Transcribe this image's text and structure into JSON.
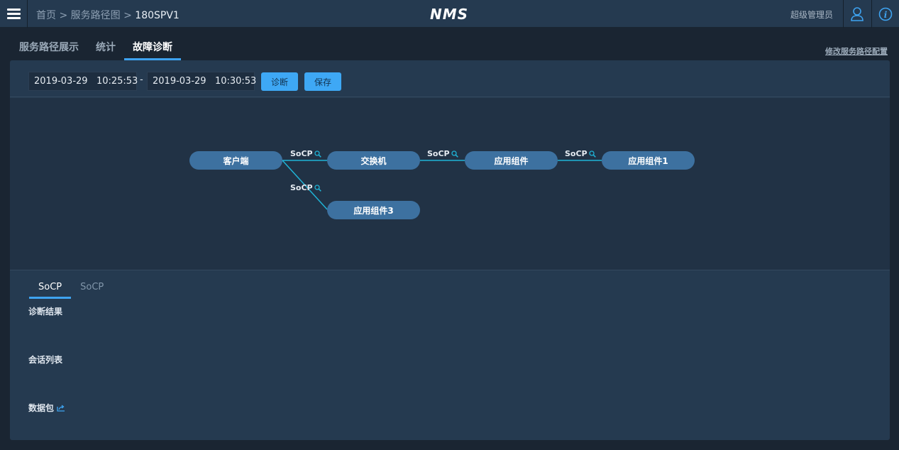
{
  "header": {
    "breadcrumb": [
      "首页",
      "服务路径图",
      "180SPV1"
    ],
    "separator": ">",
    "logo": "NMS",
    "user": "超级管理员",
    "icons": [
      "menu-icon",
      "user-icon",
      "info-icon"
    ]
  },
  "tabs": [
    {
      "label": "服务路径展示",
      "active": false
    },
    {
      "label": "统计",
      "active": false
    },
    {
      "label": "故障诊断",
      "active": true
    }
  ],
  "edit_link": "修改服务路径配置",
  "toolbar": {
    "start": "2019-03-29   10:25:53",
    "dash": "-",
    "end": "2019-03-29   10:30:53",
    "diagnose": "诊断",
    "save": "保存"
  },
  "topology": {
    "nodes": [
      "客户端",
      "交换机",
      "应用组件",
      "应用组件1",
      "应用组件3"
    ],
    "link_label": "SoCP",
    "colors": {
      "node": "#3d71a0",
      "link": "#1fb3d6"
    }
  },
  "bottom": {
    "tabs": [
      {
        "label": "SoCP",
        "active": true
      },
      {
        "label": "SoCP",
        "active": false
      }
    ],
    "sections": [
      "诊断结果",
      "会话列表",
      "数据包"
    ]
  }
}
